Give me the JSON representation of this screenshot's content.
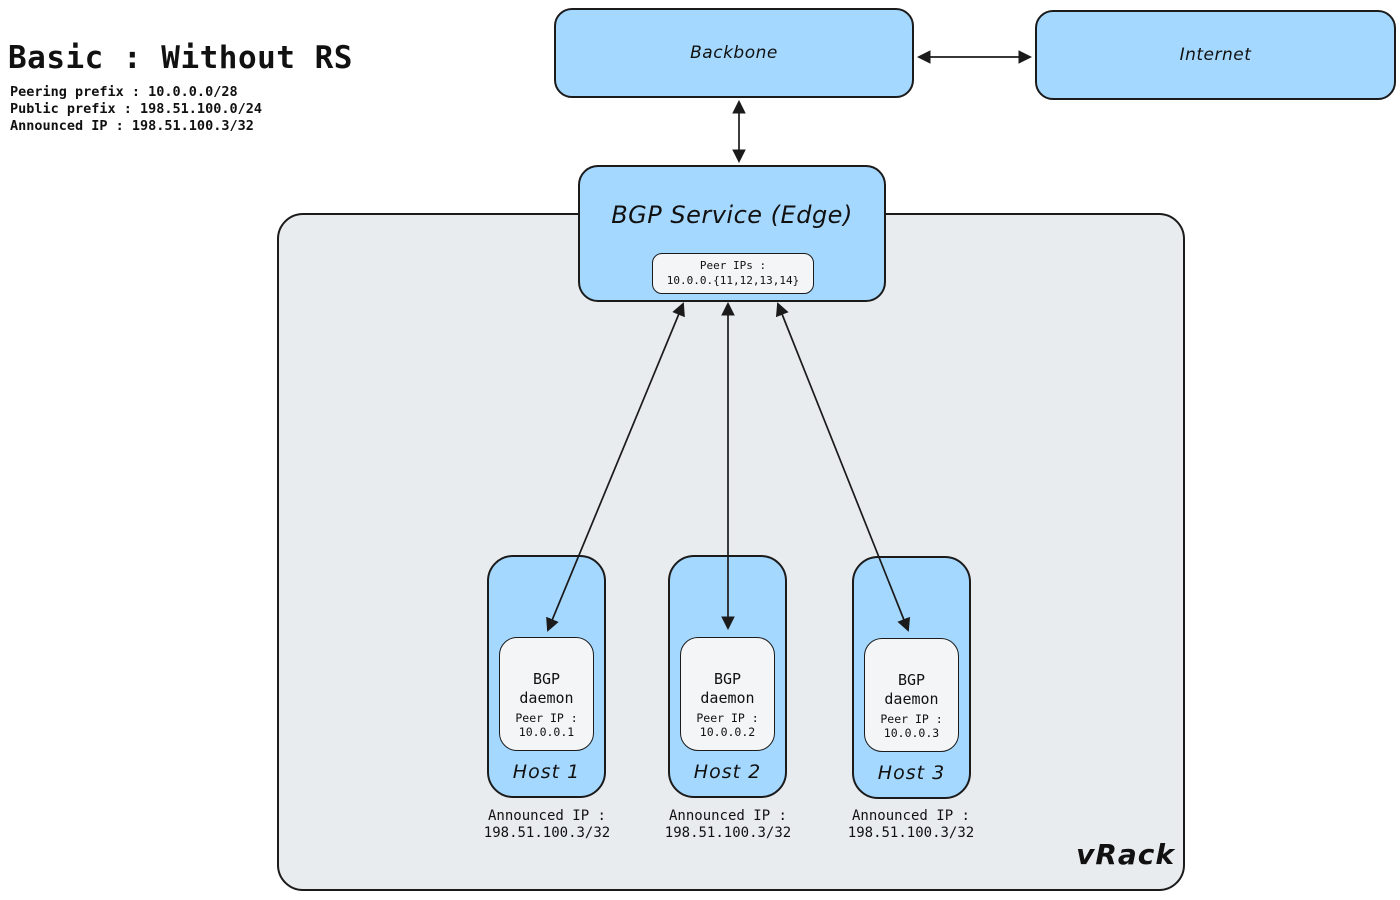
{
  "header": {
    "title": "Basic : Without RS",
    "details": [
      "Peering prefix : 10.0.0.0/28",
      "Public prefix : 198.51.100.0/24",
      "Announced IP : 198.51.100.3/32"
    ]
  },
  "backbone": {
    "label": "Backbone"
  },
  "internet": {
    "label": "Internet"
  },
  "bgp_service": {
    "label": "BGP Service (Edge)",
    "peer_ips": {
      "line1": "Peer IPs :",
      "line2": "10.0.0.{11,12,13,14}"
    }
  },
  "vrack": {
    "label": "vRack",
    "hosts": [
      {
        "name": "Host 1",
        "daemon": {
          "line1": "BGP",
          "line2": "daemon",
          "peer_ip_label": "Peer IP :",
          "peer_ip": "10.0.0.1"
        },
        "announced": {
          "label": "Announced IP :",
          "value": "198.51.100.3/32"
        }
      },
      {
        "name": "Host 2",
        "daemon": {
          "line1": "BGP",
          "line2": "daemon",
          "peer_ip_label": "Peer IP :",
          "peer_ip": "10.0.0.2"
        },
        "announced": {
          "label": "Announced IP :",
          "value": "198.51.100.3/32"
        }
      },
      {
        "name": "Host 3",
        "daemon": {
          "line1": "BGP",
          "line2": "daemon",
          "peer_ip_label": "Peer IP :",
          "peer_ip": "10.0.0.3"
        },
        "announced": {
          "label": "Announced IP :",
          "value": "198.51.100.3/32"
        }
      }
    ]
  },
  "colors": {
    "node_fill": "#a5d8ff",
    "container_fill": "#e9ecef",
    "inner_fill": "#f3f5f6",
    "stroke": "#1b1b1b",
    "text": "#111111"
  }
}
